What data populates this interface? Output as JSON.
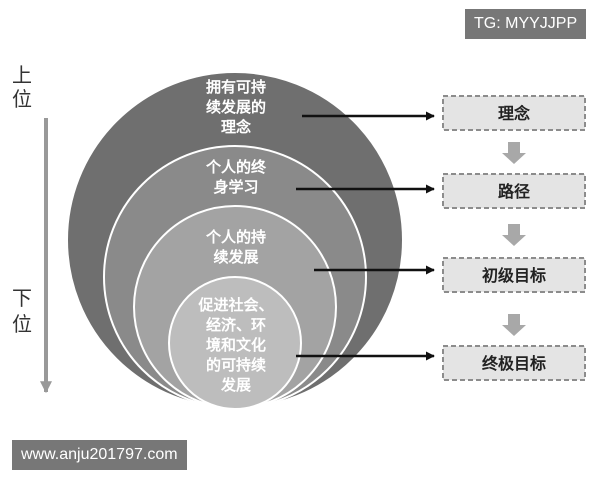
{
  "watermarks": {
    "telegram": "TG: MYYJJPP",
    "website": "www.anju201797.com"
  },
  "side_axis": {
    "top_label": [
      "上",
      "位"
    ],
    "bottom_label": [
      "下",
      "位"
    ]
  },
  "circles": [
    {
      "lines": [
        "拥有可持",
        "续发展的",
        "理念"
      ]
    },
    {
      "lines": [
        "个人的终",
        "身学习"
      ]
    },
    {
      "lines": [
        "个人的持",
        "续发展"
      ]
    },
    {
      "lines": [
        "促进社会、",
        "经济、环",
        "境和文化",
        "的可持续",
        "发展"
      ]
    }
  ],
  "boxes": [
    {
      "label": "理念"
    },
    {
      "label": "路径"
    },
    {
      "label": "初级目标"
    },
    {
      "label": "终极目标"
    }
  ],
  "colors": {
    "circle_outer": "#6f6f6f",
    "circle_2": "#8a8a8a",
    "circle_3": "#a3a3a3",
    "circle_inner": "#bdbdbd",
    "box_fill": "#e4e4e4",
    "box_border": "#8c8c8c",
    "down_arrow": "#a8a8a8",
    "side_axis": "#999999"
  }
}
